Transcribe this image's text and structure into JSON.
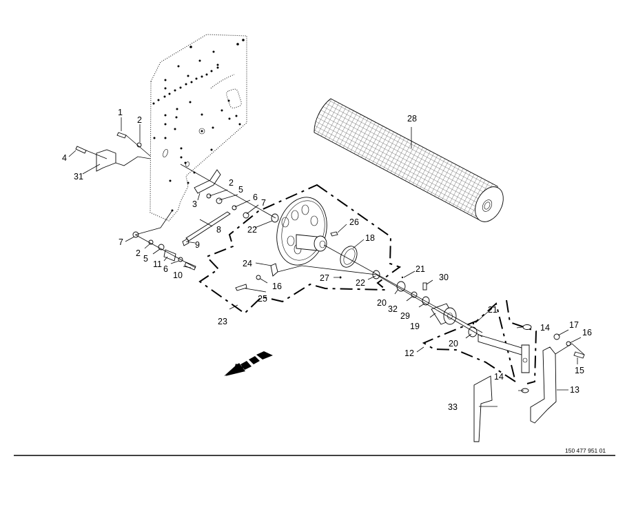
{
  "document": {
    "drawing_number": "150 477 951 01"
  },
  "callouts": [
    {
      "id": "1",
      "label": "1"
    },
    {
      "id": "2a",
      "label": "2"
    },
    {
      "id": "4",
      "label": "4"
    },
    {
      "id": "31",
      "label": "31"
    },
    {
      "id": "3",
      "label": "3"
    },
    {
      "id": "2b",
      "label": "2"
    },
    {
      "id": "5a",
      "label": "5"
    },
    {
      "id": "6a",
      "label": "6"
    },
    {
      "id": "7a",
      "label": "7"
    },
    {
      "id": "8",
      "label": "8"
    },
    {
      "id": "9",
      "label": "9"
    },
    {
      "id": "22a",
      "label": "22"
    },
    {
      "id": "7b",
      "label": "7"
    },
    {
      "id": "2c",
      "label": "2"
    },
    {
      "id": "5b",
      "label": "5"
    },
    {
      "id": "11",
      "label": "11"
    },
    {
      "id": "6b",
      "label": "6"
    },
    {
      "id": "10",
      "label": "10"
    },
    {
      "id": "24",
      "label": "24"
    },
    {
      "id": "16a",
      "label": "16"
    },
    {
      "id": "25",
      "label": "25"
    },
    {
      "id": "23",
      "label": "23"
    },
    {
      "id": "26",
      "label": "26"
    },
    {
      "id": "18",
      "label": "18"
    },
    {
      "id": "27",
      "label": "27"
    },
    {
      "id": "22b",
      "label": "22"
    },
    {
      "id": "28",
      "label": "28"
    },
    {
      "id": "21a",
      "label": "21"
    },
    {
      "id": "30",
      "label": "30"
    },
    {
      "id": "20a",
      "label": "20"
    },
    {
      "id": "32",
      "label": "32"
    },
    {
      "id": "29",
      "label": "29"
    },
    {
      "id": "19",
      "label": "19"
    },
    {
      "id": "21b",
      "label": "21"
    },
    {
      "id": "20b",
      "label": "20"
    },
    {
      "id": "12",
      "label": "12"
    },
    {
      "id": "14a",
      "label": "14"
    },
    {
      "id": "14b",
      "label": "14"
    },
    {
      "id": "17",
      "label": "17"
    },
    {
      "id": "16b",
      "label": "16"
    },
    {
      "id": "15",
      "label": "15"
    },
    {
      "id": "13",
      "label": "13"
    },
    {
      "id": "33",
      "label": "33"
    }
  ],
  "icons": {
    "direction_arrow": "travel-direction-arrow-icon"
  }
}
